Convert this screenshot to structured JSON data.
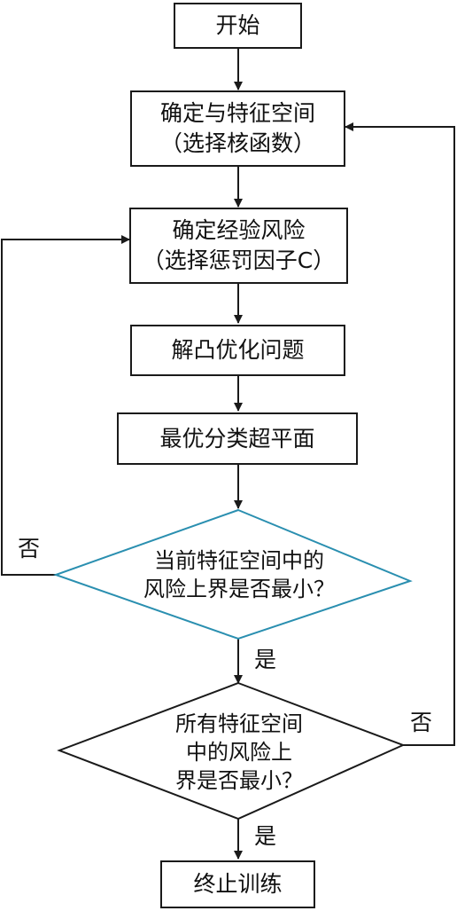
{
  "colors": {
    "line": "#1a1a1a",
    "decision1_border": "#2a8fb0",
    "decision2_border": "#1a1a1a",
    "text": "#111111"
  },
  "nodes": {
    "start": "开始",
    "feature_space": {
      "line1": "确定与特征空间",
      "line2": "（选择核函数）"
    },
    "empirical_risk": {
      "line1": "确定经验风险",
      "line2": "（选择惩罚因子C）"
    },
    "convex": "解凸优化问题",
    "hyperplane": "最优分类超平面",
    "decision1": {
      "line1": "当前特征空间中的",
      "line2": "风险上界是否最小？"
    },
    "decision2": {
      "line1": "所有特征空间",
      "line2": "中的风险上",
      "line3": "界是否最小？"
    },
    "end": "终止训练"
  },
  "edge_labels": {
    "d1_no": "否",
    "d1_yes": "是",
    "d2_no": "否",
    "d2_yes": "是"
  }
}
